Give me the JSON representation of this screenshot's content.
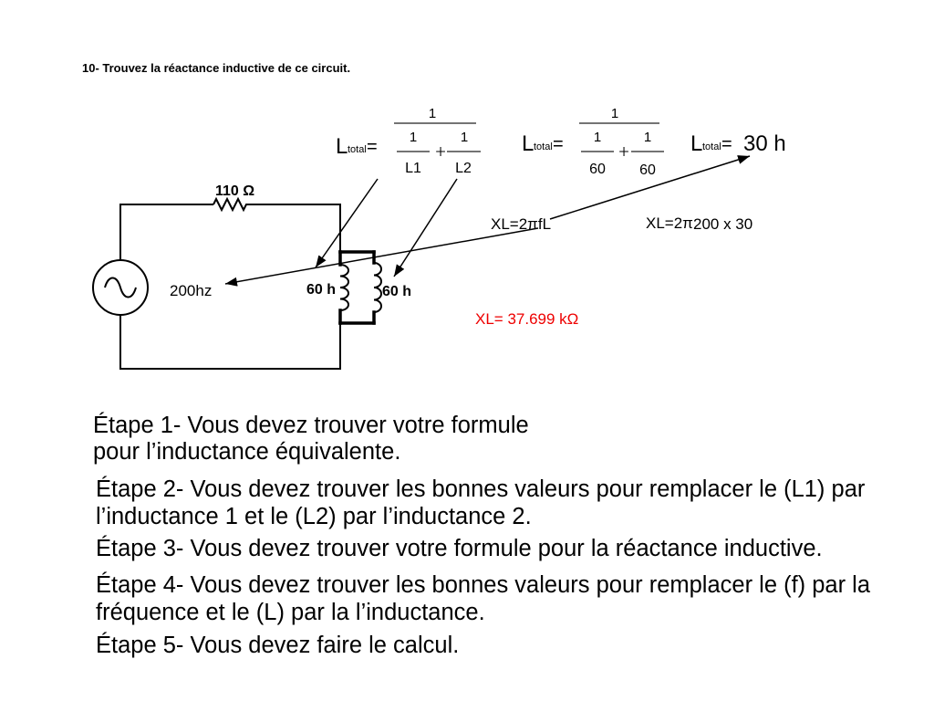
{
  "slide": {
    "title": "10- Trouvez la réactance inductive de ce circuit."
  },
  "circuit": {
    "resistor_label": "110 Ω",
    "source_label": "200hz",
    "inductor_1_label": "60 h",
    "inductor_2_label": "60 h"
  },
  "formulas": {
    "equivalent_general": {
      "symbol": "L",
      "subscript": "total",
      "equals": "=",
      "numerator": "1",
      "term_1": {
        "numerator": "1",
        "denominator": "L1"
      },
      "operator": "+",
      "term_2": {
        "numerator": "1",
        "denominator": "L2"
      }
    },
    "equivalent_substituted": {
      "symbol": "L",
      "subscript": "total",
      "equals": "=",
      "numerator": "1",
      "term_1": {
        "numerator": "1",
        "denominator": "60"
      },
      "operator": "+",
      "term_2": {
        "numerator": "1",
        "denominator": "60"
      }
    },
    "equivalent_result": {
      "symbol": "L",
      "subscript": "total",
      "equals": "=",
      "value": "30 h"
    },
    "reactance_general": "XL=2πfL",
    "reactance_substituted": {
      "prefix": "XL=2π",
      "values": "200 x 30"
    },
    "reactance_result": "XL= 37.699 kΩ"
  },
  "steps": [
    [
      "Étape 1- Vous devez trouver votre formule",
      "pour l’inductance équivalente."
    ],
    [
      "Étape 2- Vous devez trouver les bonnes valeurs pour remplacer le (L1) par",
      "l’inductance 1 et le (L2) par l’inductance 2."
    ],
    [
      "Étape 3- Vous devez trouver votre formule pour la réactance inductive."
    ],
    [
      "Étape 4- Vous devez trouver les bonnes valeurs pour remplacer le (f) par la",
      "fréquence et le (L) par la l’inductance."
    ],
    [
      "Étape 5- Vous devez faire le calcul."
    ]
  ],
  "colors": {
    "background": "#ffffff",
    "result": "#ee0000"
  }
}
